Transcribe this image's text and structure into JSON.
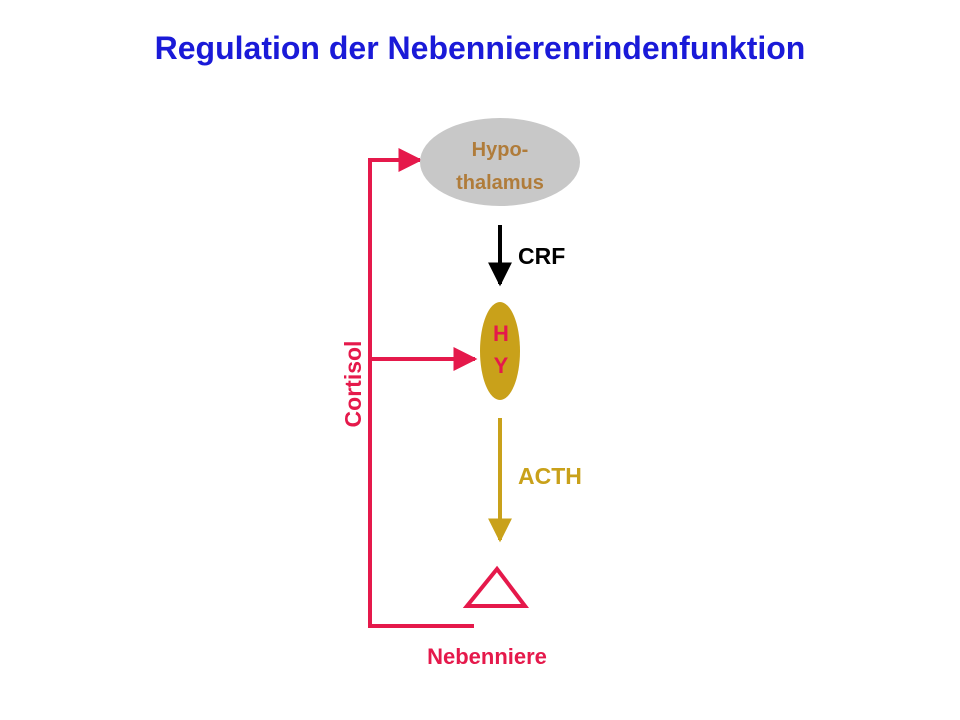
{
  "title": "Regulation der Nebennierenrindenfunktion",
  "colors": {
    "title": "#1a1ad8",
    "feedback": "#e5194b",
    "acth": "#c9a11a",
    "hypothalamus_fill": "#c8c8c8",
    "hypothalamus_text": "#b07c3a",
    "crf": "#000000"
  },
  "nodes": {
    "hypothalamus": {
      "line1": "Hypo-",
      "line2": "thalamus"
    },
    "hypophyse": {
      "line1": "H",
      "line2": "Y"
    },
    "nebenniere": {
      "label": "Nebenniere"
    }
  },
  "edges": {
    "crf": {
      "label": "CRF"
    },
    "acth": {
      "label": "ACTH"
    },
    "cortisol": {
      "label": "Cortisol"
    }
  }
}
